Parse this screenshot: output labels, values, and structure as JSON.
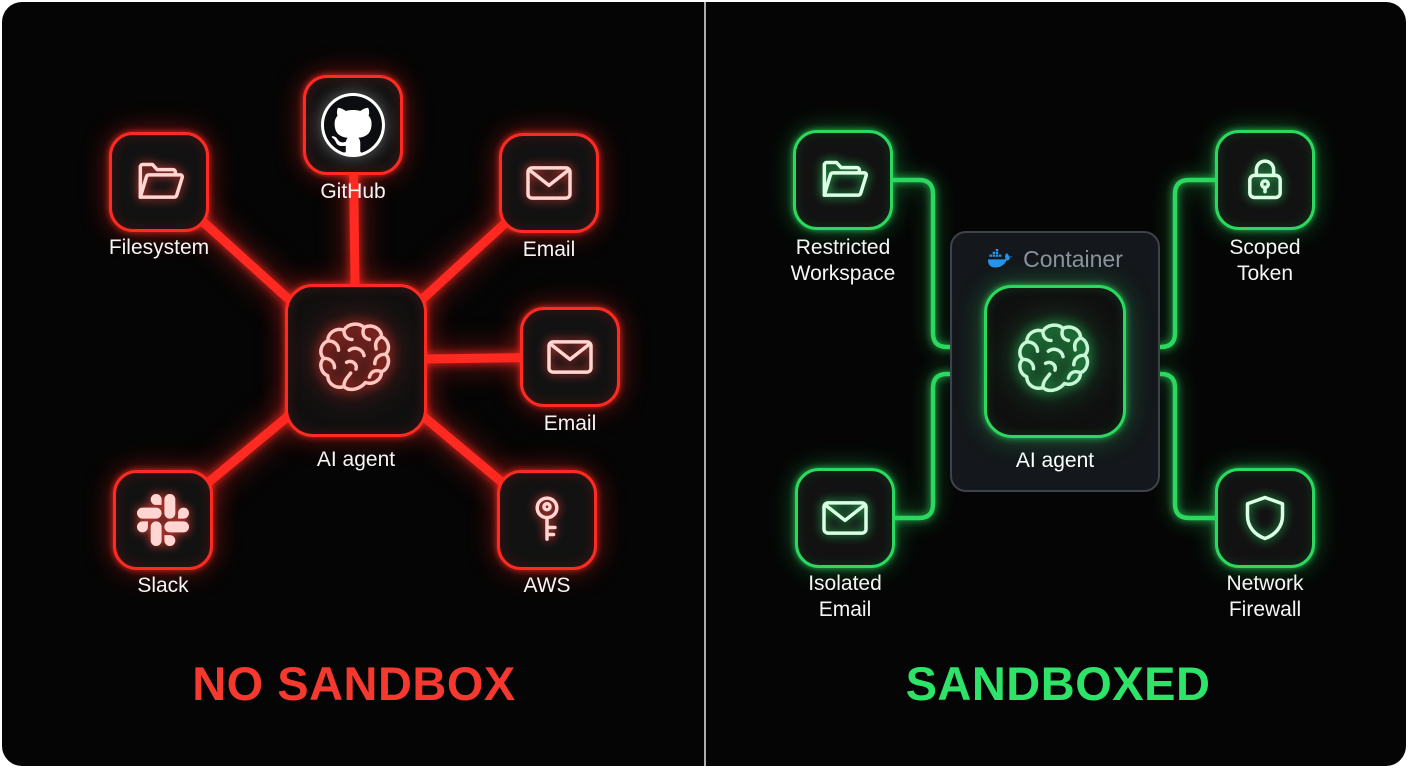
{
  "left_panel": {
    "title": "NO SANDBOX",
    "accent_color": "#f5392f",
    "line_color": "#ff2a22",
    "center_node": {
      "label": "AI agent",
      "icon": "brain-icon"
    },
    "nodes": [
      {
        "label": "Filesystem",
        "icon": "folder-icon"
      },
      {
        "label": "GitHub",
        "icon": "github-icon"
      },
      {
        "label": "Email",
        "icon": "envelope-icon"
      },
      {
        "label": "Email",
        "icon": "envelope-icon"
      },
      {
        "label": "AWS",
        "icon": "key-icon"
      },
      {
        "label": "Slack",
        "icon": "slack-icon"
      }
    ]
  },
  "right_panel": {
    "title": "SANDBOXED",
    "accent_color": "#2ee468",
    "line_color": "#2ad95e",
    "container": {
      "label": "Container",
      "icon": "docker-icon",
      "docker_color": "#2496ed"
    },
    "center_node": {
      "label": "AI agent",
      "icon": "brain-icon"
    },
    "nodes": [
      {
        "label": "Restricted Workspace",
        "icon": "folder-icon"
      },
      {
        "label": "Scoped Token",
        "icon": "lock-icon"
      },
      {
        "label": "Isolated Email",
        "icon": "envelope-icon"
      },
      {
        "label": "Network Firewall",
        "icon": "shield-icon"
      }
    ]
  }
}
